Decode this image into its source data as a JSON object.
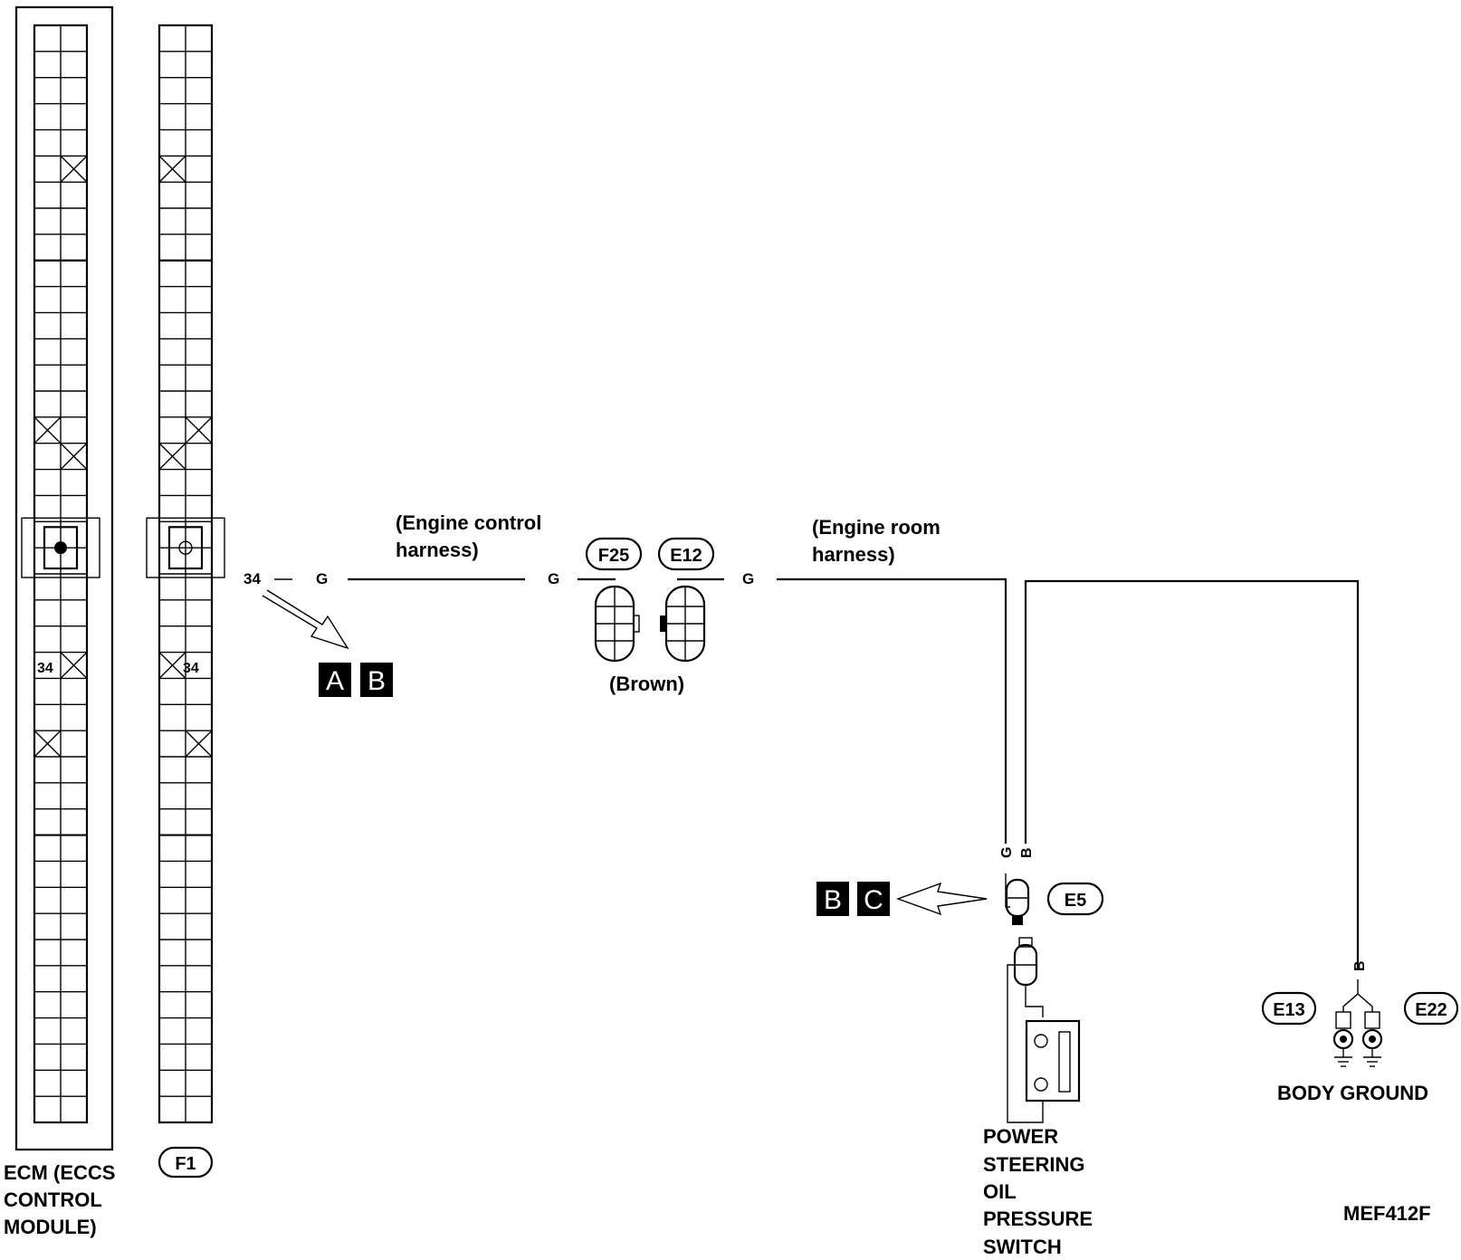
{
  "ecm": {
    "label_lines": [
      "ECM (ECCS",
      "CONTROL",
      "MODULE)"
    ],
    "pin_label": "34"
  },
  "f1": {
    "connector_id": "F1",
    "pin_label": "34"
  },
  "wire_left": {
    "terminal": "34",
    "color_at_ecm": "G",
    "harness_lines": [
      "(Engine control",
      "harness)"
    ],
    "color_before_connector": "G"
  },
  "inline_connector": {
    "ids": [
      "F25",
      "E12"
    ],
    "color_note": "(Brown)"
  },
  "wire_right": {
    "color_after_connector": "G",
    "harness_lines": [
      "(Engine room",
      "harness)"
    ]
  },
  "refs_left": [
    "A",
    "B"
  ],
  "refs_right": [
    "B",
    "C"
  ],
  "switch": {
    "connector_id": "E5",
    "wire_colors": [
      "G",
      "B"
    ],
    "label_lines": [
      "POWER",
      "STEERING",
      "OIL",
      "PRESSURE",
      "SWITCH"
    ]
  },
  "ground": {
    "wire_color": "B",
    "connector_ids": [
      "E13",
      "E22"
    ],
    "label": "BODY GROUND"
  },
  "figure_code": "MEF412F",
  "icons": [
    "arrow-icon",
    "ground-symbol-icon",
    "switch-icon",
    "connector-icon"
  ]
}
